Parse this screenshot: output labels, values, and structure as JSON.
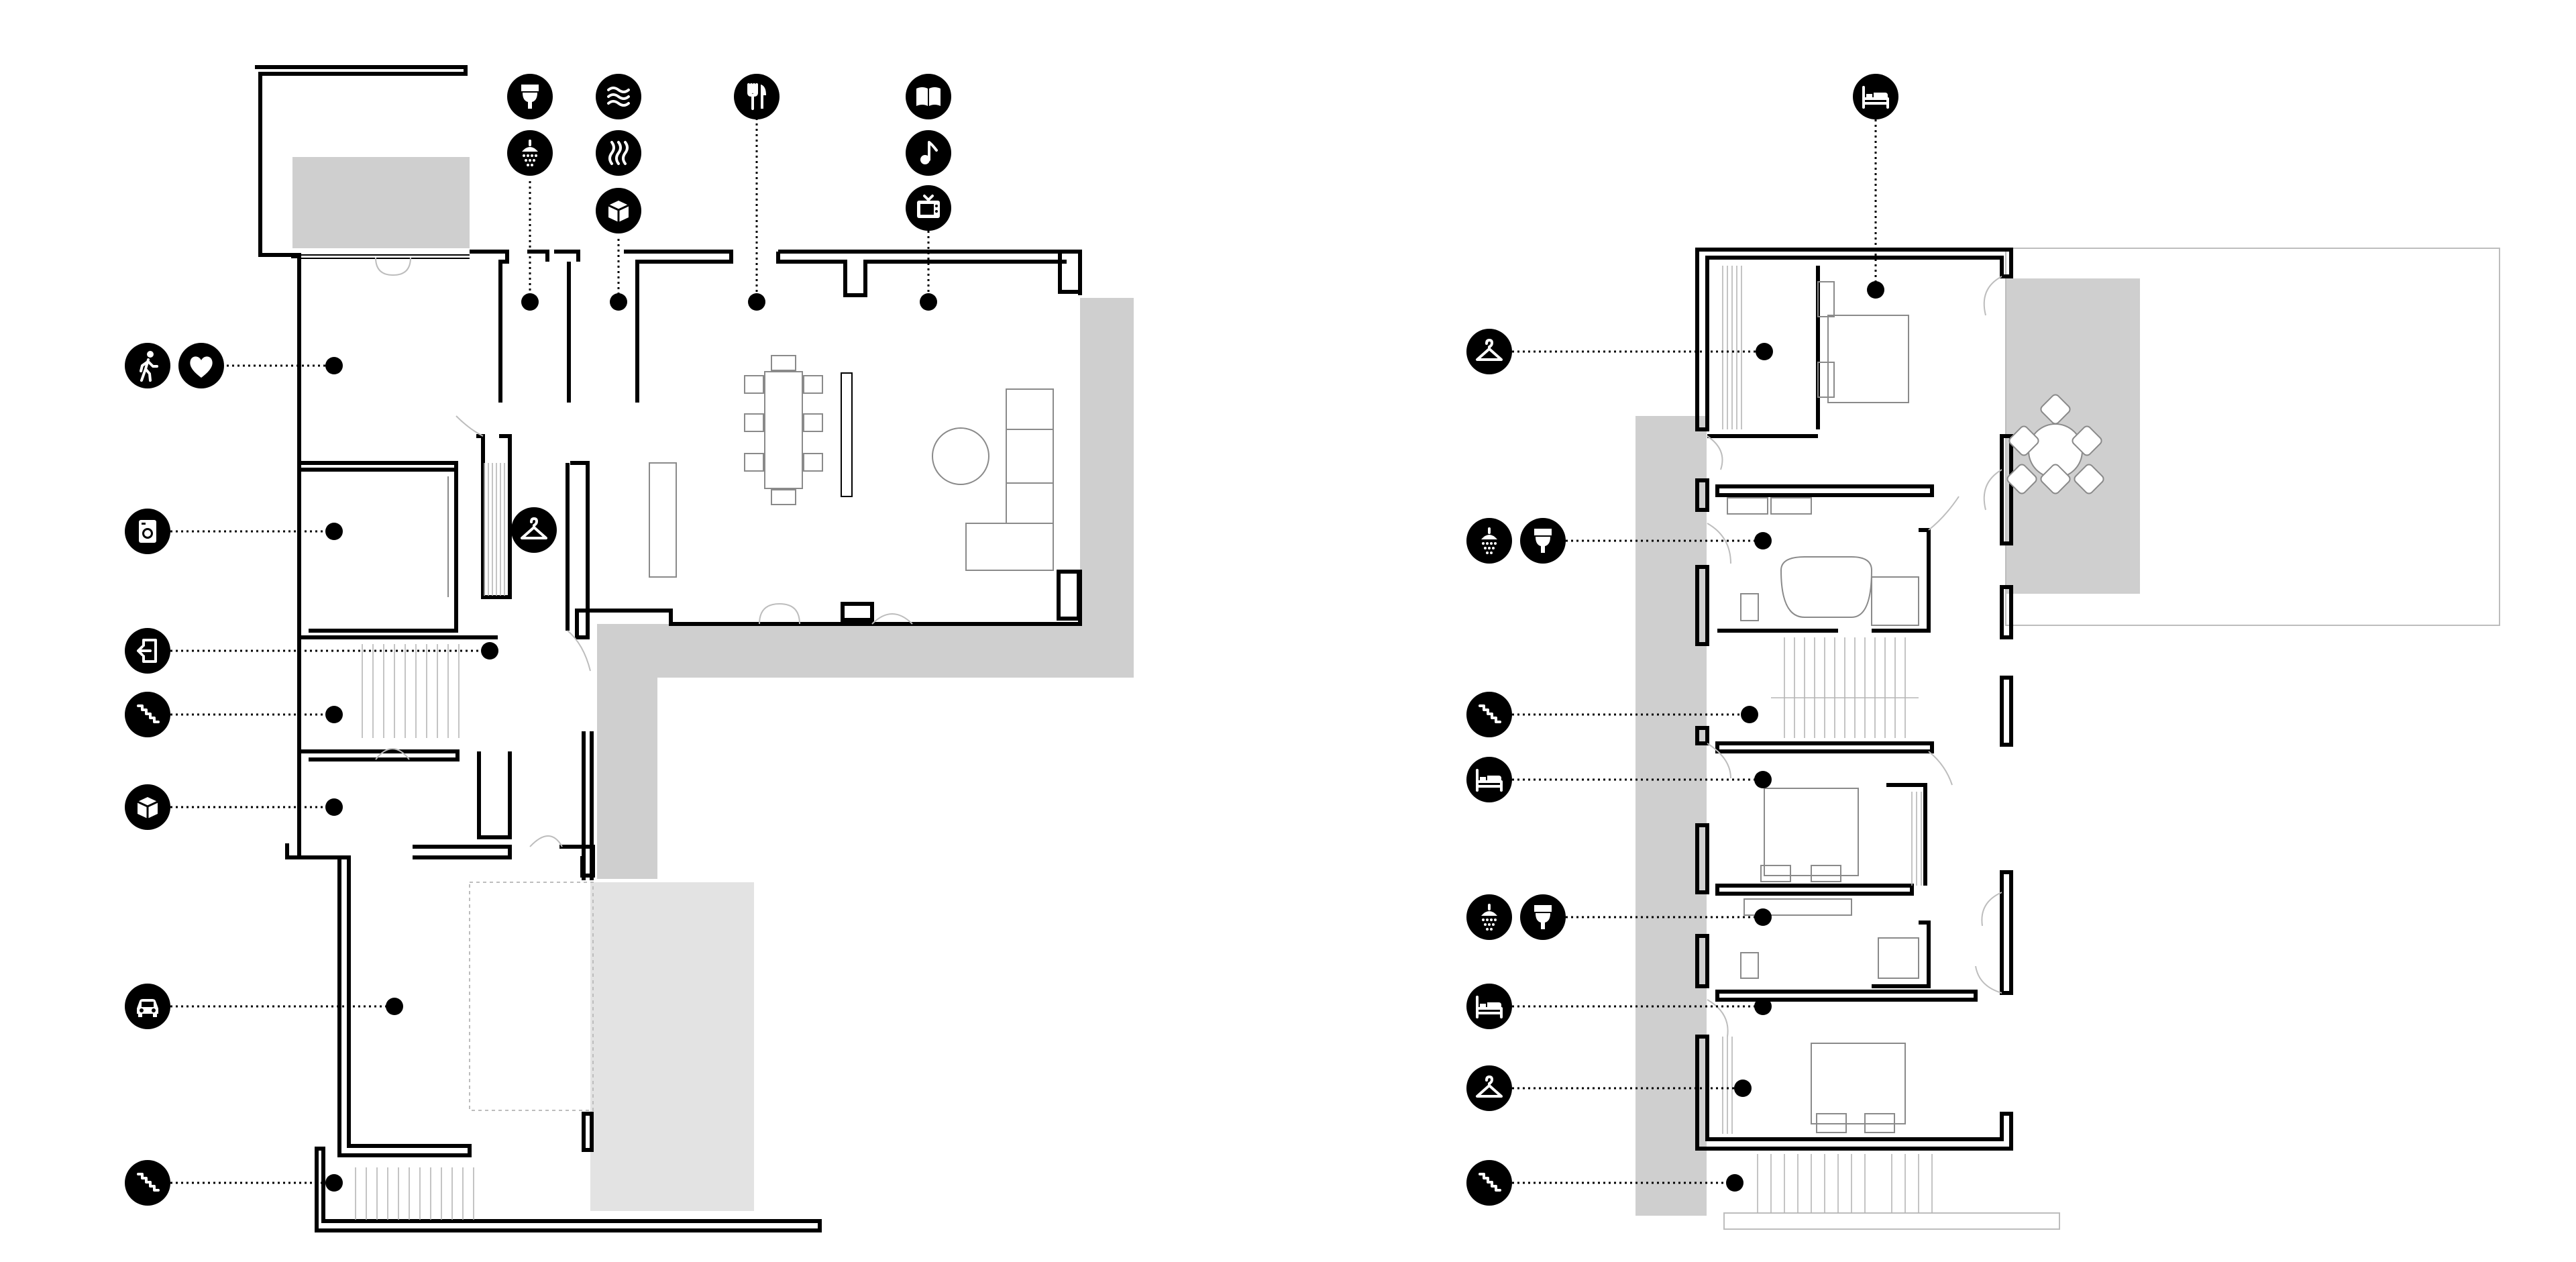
{
  "plans": [
    {
      "name": "ground-floor-plan"
    },
    {
      "name": "first-floor-plan"
    }
  ],
  "colors": {
    "wall": "#000000",
    "badge": "#000000",
    "icon": "#ffffff",
    "terrace-shade": "#cfcfcf",
    "driveway-shade": "#e3e3e3",
    "furniture": "#8a8a8a"
  },
  "legend_icons": {
    "ground_floor": [
      {
        "icon": "walking-person-icon",
        "room": "entrance-hall"
      },
      {
        "icon": "heart-icon",
        "room": "entrance-hall"
      },
      {
        "icon": "washing-machine-icon",
        "room": "utility"
      },
      {
        "icon": "exit-door-icon",
        "room": "hallway"
      },
      {
        "icon": "stairs-icon",
        "room": "staircase"
      },
      {
        "icon": "storage-box-icon",
        "room": "storage"
      },
      {
        "icon": "car-icon",
        "room": "garage"
      },
      {
        "icon": "stairs-icon",
        "room": "external-stairs"
      },
      {
        "icon": "toilet-icon",
        "room": "wc-shower"
      },
      {
        "icon": "shower-icon",
        "room": "wc-shower"
      },
      {
        "icon": "waves-icon",
        "room": "plant-room"
      },
      {
        "icon": "heating-icon",
        "room": "plant-room"
      },
      {
        "icon": "storage-box-icon",
        "room": "plant-room"
      },
      {
        "icon": "cutlery-icon",
        "room": "dining"
      },
      {
        "icon": "book-icon",
        "room": "living"
      },
      {
        "icon": "music-note-icon",
        "room": "living"
      },
      {
        "icon": "tv-icon",
        "room": "living"
      },
      {
        "icon": "hanger-icon",
        "room": "cloakroom"
      }
    ],
    "first_floor": [
      {
        "icon": "bed-icon",
        "room": "master-bedroom"
      },
      {
        "icon": "hanger-icon",
        "room": "walk-in-wardrobe"
      },
      {
        "icon": "shower-icon",
        "room": "bathroom"
      },
      {
        "icon": "toilet-icon",
        "room": "bathroom"
      },
      {
        "icon": "stairs-icon",
        "room": "landing"
      },
      {
        "icon": "bed-icon",
        "room": "bedroom-2"
      },
      {
        "icon": "shower-icon",
        "room": "shower-room"
      },
      {
        "icon": "toilet-icon",
        "room": "shower-room"
      },
      {
        "icon": "bed-icon",
        "room": "bedroom-3"
      },
      {
        "icon": "hanger-icon",
        "room": "bedroom-3-wardrobe"
      },
      {
        "icon": "stairs-icon",
        "room": "external-stairs"
      }
    ]
  }
}
